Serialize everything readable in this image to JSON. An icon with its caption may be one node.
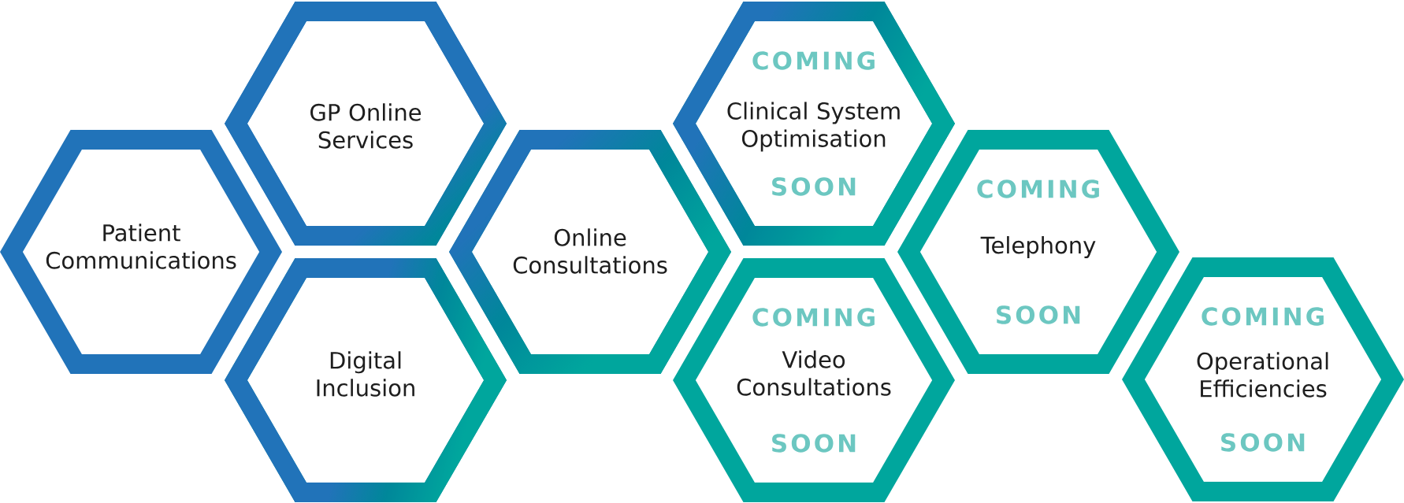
{
  "diagram": {
    "nodes": [
      {
        "text": [
          "Patient Communications"
        ]
      },
      {
        "text": [
          "GP Online Services"
        ]
      },
      {
        "text": [
          "Digital Inclusion"
        ]
      },
      {
        "text": [
          "Online Consultations"
        ]
      },
      {
        "text": [
          "COMING",
          "Clinical System Optimisation",
          "SOON"
        ]
      },
      {
        "text": [
          "COMING",
          "Video Consultations",
          "SOON"
        ]
      },
      {
        "text": [
          "COMING",
          "Telephony",
          "SOON"
        ]
      },
      {
        "text": [
          "COMING",
          "Operational Efficiencies",
          "SOON"
        ]
      }
    ]
  }
}
